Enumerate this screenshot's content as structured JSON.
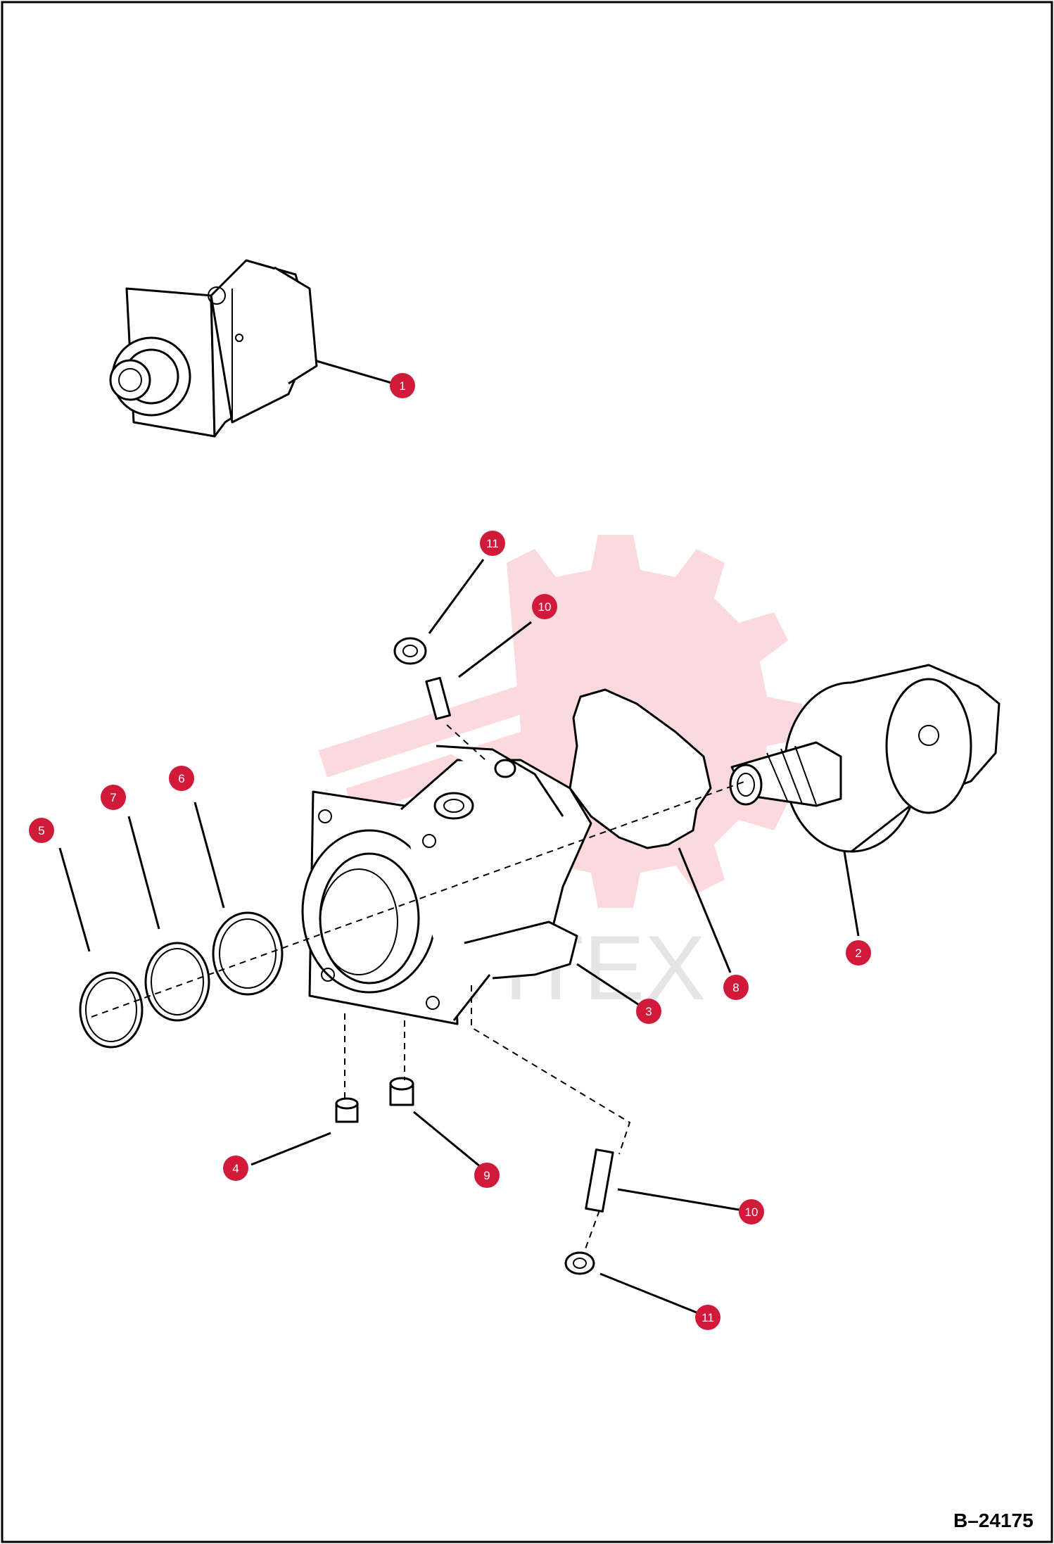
{
  "drawing": {
    "reference": "B–24175",
    "watermark_text": "MHTEX"
  },
  "callouts": [
    {
      "label": "1"
    },
    {
      "label": "2"
    },
    {
      "label": "3"
    },
    {
      "label": "4"
    },
    {
      "label": "5"
    },
    {
      "label": "6"
    },
    {
      "label": "7"
    },
    {
      "label": "8"
    },
    {
      "label": "9"
    },
    {
      "label": "10"
    },
    {
      "label": "10"
    },
    {
      "label": "11"
    },
    {
      "label": "11"
    }
  ]
}
